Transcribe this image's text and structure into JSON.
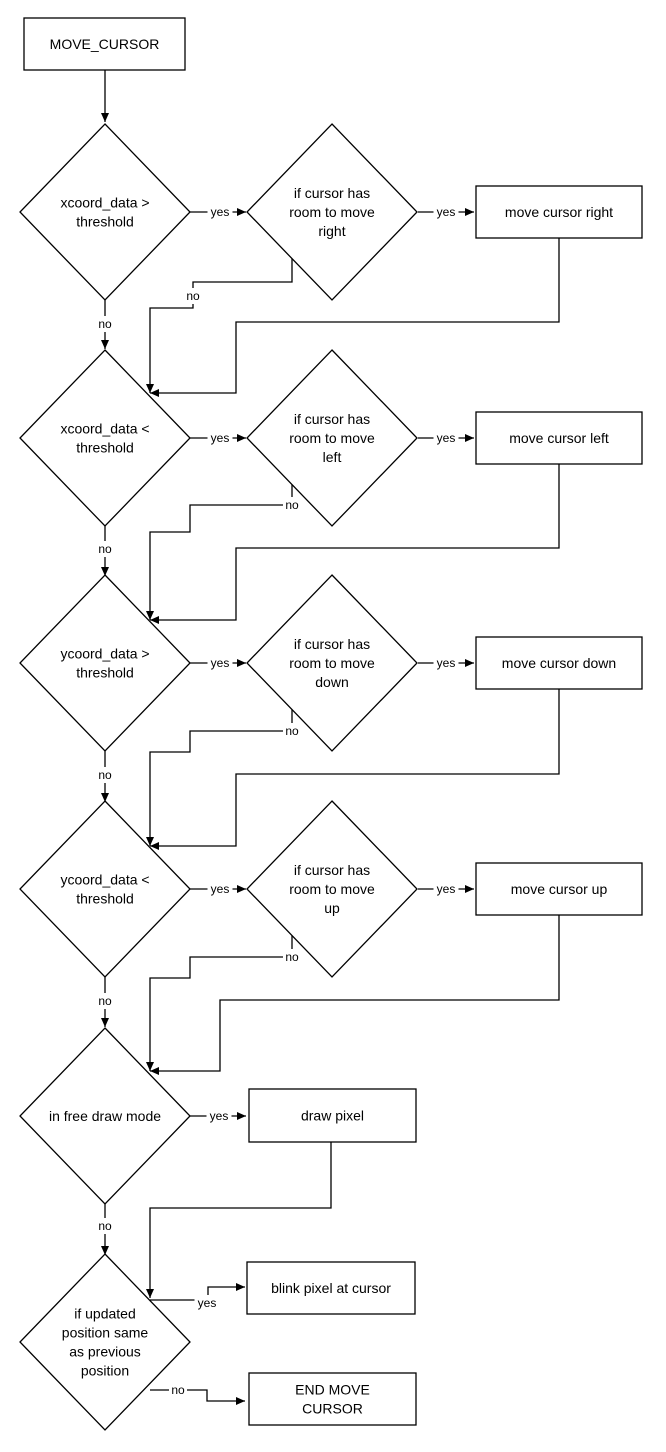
{
  "nodes": {
    "start": [
      "MOVE_CURSOR"
    ],
    "x_gt": [
      "xcoord_data >",
      "threshold"
    ],
    "room_right": [
      "if cursor has",
      "room to move",
      "right"
    ],
    "move_right": [
      "move cursor right"
    ],
    "x_lt": [
      "xcoord_data <",
      "threshold"
    ],
    "room_left": [
      "if cursor has",
      "room to move",
      "left"
    ],
    "move_left": [
      "move cursor left"
    ],
    "y_gt": [
      "ycoord_data >",
      "threshold"
    ],
    "room_down": [
      "if cursor has",
      "room to move",
      "down"
    ],
    "move_down": [
      "move cursor down"
    ],
    "y_lt": [
      "ycoord_data <",
      "threshold"
    ],
    "room_up": [
      "if cursor has",
      "room to move",
      "up"
    ],
    "move_up": [
      "move cursor up"
    ],
    "free_draw": [
      "in free draw mode"
    ],
    "draw_pixel": [
      "draw pixel"
    ],
    "same_pos": [
      "if updated",
      "position same",
      "as previous",
      "position"
    ],
    "blink": [
      "blink pixel at cursor"
    ],
    "end": [
      "END MOVE",
      "CURSOR"
    ]
  },
  "edge_labels": {
    "yes": "yes",
    "no": "no"
  }
}
